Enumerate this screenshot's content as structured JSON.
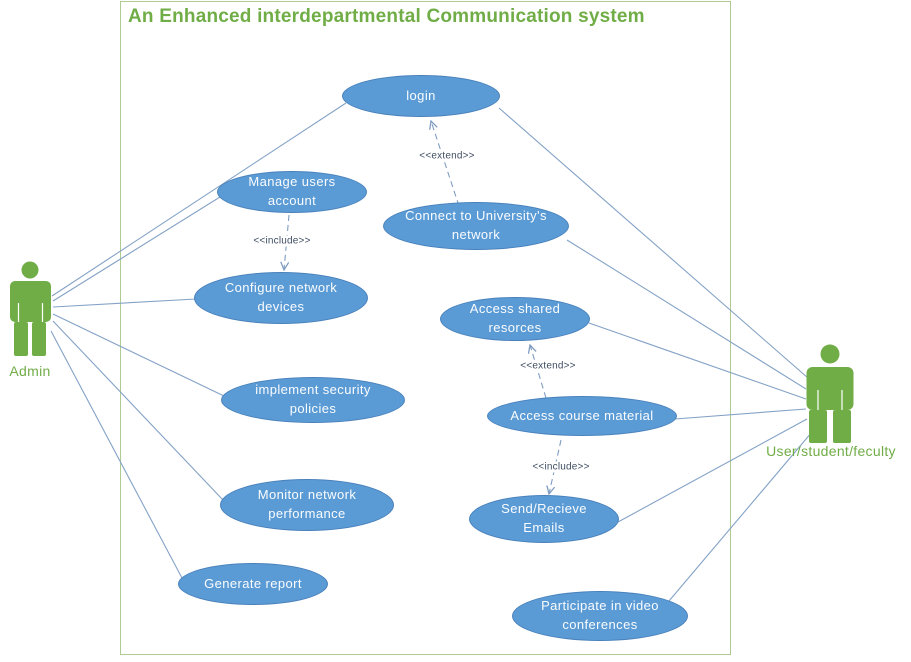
{
  "title": "An Enhanced interdepartmental Communication system",
  "actors": {
    "admin": {
      "label": "Admin"
    },
    "user": {
      "label": "User/student/feculty"
    }
  },
  "usecases": {
    "login": "login",
    "manage_users": "Manage users account",
    "connect_network": "Connect to University's network",
    "configure_devices": "Configure network devices",
    "access_shared": "Access shared resorces",
    "security_policies": "implement security policies",
    "course_material": "Access course material",
    "monitor_performance": "Monitor network performance",
    "send_emails": "Send/Recieve Emails",
    "generate_report": "Generate report",
    "video_conferences": "Participate in video conferences"
  },
  "relationships": [
    {
      "from": "Connect to University's network",
      "to": "login",
      "label": "<<extend>>"
    },
    {
      "from": "Manage users account",
      "to": "Configure network devices",
      "label": "<<include>>"
    },
    {
      "from": "Access course material",
      "to": "Access shared resorces",
      "label": "<<extend>>"
    },
    {
      "from": "Access course material",
      "to": "Send/Recieve Emails",
      "label": "<<include>>"
    }
  ],
  "associations": {
    "admin": [
      "login",
      "Manage users account",
      "Configure network devices",
      "implement security policies",
      "Monitor network performance",
      "Generate report"
    ],
    "user": [
      "login",
      "Connect to University's network",
      "Access shared resorces",
      "Access course material",
      "Send/Recieve Emails",
      "Participate in video conferences"
    ]
  },
  "colors": {
    "usecase_fill": "#5B9BD5",
    "usecase_stroke": "#4981BB",
    "actor_green": "#70AD47",
    "title_green": "#70AD47",
    "boundary_green": "#AECB92",
    "connector_blue": "#84A2C6",
    "stereotype_text": "#3F4E63"
  }
}
